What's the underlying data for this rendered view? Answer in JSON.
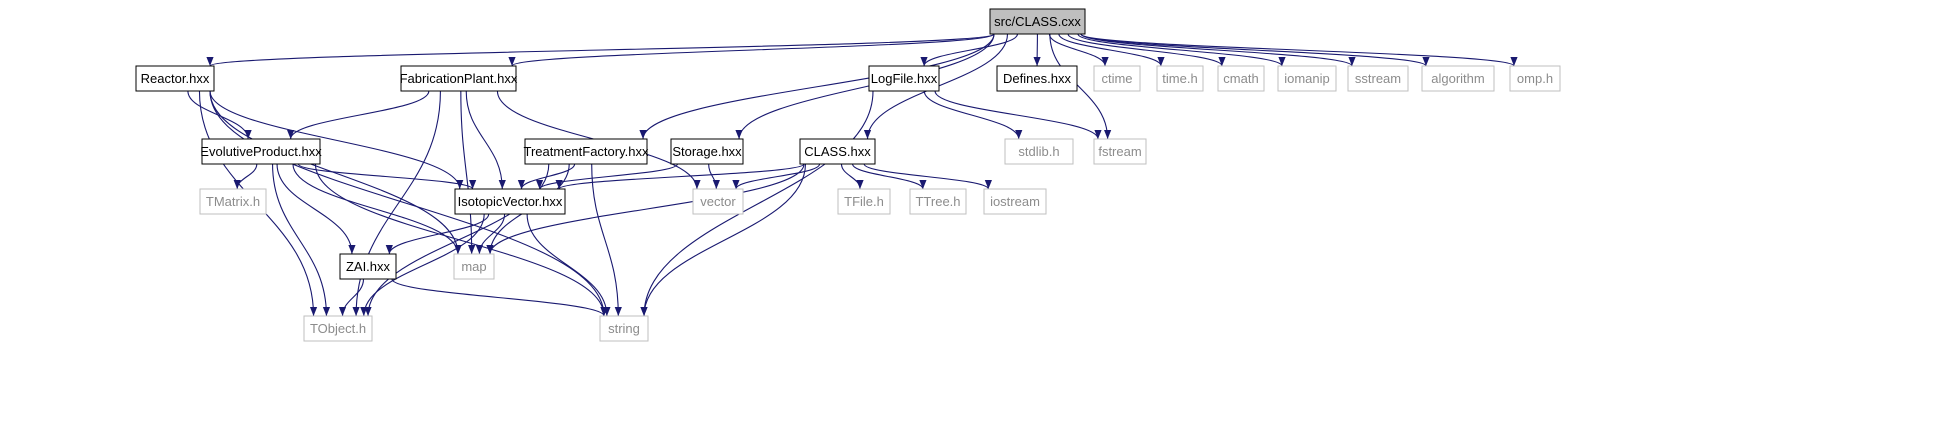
{
  "colors": {
    "edge": "#191970",
    "root_fill": "#bfbfbf",
    "node_border": "#000000",
    "external_border": "#bfbfbf",
    "external_text": "#8c8c8c",
    "text": "#000000"
  },
  "nodes": {
    "root": {
      "label": "src/CLASS.cxx",
      "kind": "root"
    },
    "reactor": {
      "label": "Reactor.hxx",
      "kind": "file"
    },
    "fabrication": {
      "label": "FabricationPlant.hxx",
      "kind": "file"
    },
    "logfile": {
      "label": "LogFile.hxx",
      "kind": "file"
    },
    "defines": {
      "label": "Defines.hxx",
      "kind": "file"
    },
    "ctime": {
      "label": "ctime",
      "kind": "external"
    },
    "timeh": {
      "label": "time.h",
      "kind": "external"
    },
    "cmath": {
      "label": "cmath",
      "kind": "external"
    },
    "iomanip": {
      "label": "iomanip",
      "kind": "external"
    },
    "sstream": {
      "label": "sstream",
      "kind": "external"
    },
    "algorithm": {
      "label": "algorithm",
      "kind": "external"
    },
    "omp": {
      "label": "omp.h",
      "kind": "external"
    },
    "evolutive": {
      "label": "EvolutiveProduct.hxx",
      "kind": "file"
    },
    "treatment": {
      "label": "TreatmentFactory.hxx",
      "kind": "file"
    },
    "storage": {
      "label": "Storage.hxx",
      "kind": "file"
    },
    "class": {
      "label": "CLASS.hxx",
      "kind": "file"
    },
    "stdlib": {
      "label": "stdlib.h",
      "kind": "external"
    },
    "fstream": {
      "label": "fstream",
      "kind": "external"
    },
    "tmatrix": {
      "label": "TMatrix.h",
      "kind": "external"
    },
    "isotopic": {
      "label": "IsotopicVector.hxx",
      "kind": "file"
    },
    "vector": {
      "label": "vector",
      "kind": "external"
    },
    "tfile": {
      "label": "TFile.h",
      "kind": "external"
    },
    "ttree": {
      "label": "TTree.h",
      "kind": "external"
    },
    "iostream": {
      "label": "iostream",
      "kind": "external"
    },
    "zai": {
      "label": "ZAI.hxx",
      "kind": "file"
    },
    "map": {
      "label": "map",
      "kind": "external"
    },
    "tobject": {
      "label": "TObject.h",
      "kind": "external"
    },
    "string": {
      "label": "string",
      "kind": "external"
    }
  },
  "edges": [
    [
      "root",
      "reactor"
    ],
    [
      "root",
      "fabrication"
    ],
    [
      "root",
      "treatment"
    ],
    [
      "root",
      "storage"
    ],
    [
      "root",
      "class"
    ],
    [
      "root",
      "logfile"
    ],
    [
      "root",
      "defines"
    ],
    [
      "root",
      "fstream"
    ],
    [
      "root",
      "ctime"
    ],
    [
      "root",
      "timeh"
    ],
    [
      "root",
      "cmath"
    ],
    [
      "root",
      "iomanip"
    ],
    [
      "root",
      "sstream"
    ],
    [
      "root",
      "algorithm"
    ],
    [
      "root",
      "omp"
    ],
    [
      "reactor",
      "evolutive"
    ],
    [
      "reactor",
      "isotopic"
    ],
    [
      "reactor",
      "map"
    ],
    [
      "reactor",
      "string"
    ],
    [
      "reactor",
      "tobject"
    ],
    [
      "fabrication",
      "evolutive"
    ],
    [
      "fabrication",
      "isotopic"
    ],
    [
      "fabrication",
      "map"
    ],
    [
      "fabrication",
      "tobject"
    ],
    [
      "fabrication",
      "vector"
    ],
    [
      "evolutive",
      "tmatrix"
    ],
    [
      "evolutive",
      "isotopic"
    ],
    [
      "evolutive",
      "map"
    ],
    [
      "evolutive",
      "string"
    ],
    [
      "evolutive",
      "zai"
    ],
    [
      "evolutive",
      "tobject"
    ],
    [
      "treatment",
      "isotopic"
    ],
    [
      "treatment",
      "map"
    ],
    [
      "treatment",
      "string"
    ],
    [
      "treatment",
      "tobject"
    ],
    [
      "storage",
      "isotopic"
    ],
    [
      "storage",
      "vector"
    ],
    [
      "class",
      "isotopic"
    ],
    [
      "class",
      "vector"
    ],
    [
      "class",
      "map"
    ],
    [
      "class",
      "string"
    ],
    [
      "class",
      "tfile"
    ],
    [
      "class",
      "ttree"
    ],
    [
      "class",
      "iostream"
    ],
    [
      "logfile",
      "stdlib"
    ],
    [
      "logfile",
      "fstream"
    ],
    [
      "logfile",
      "string"
    ],
    [
      "isotopic",
      "zai"
    ],
    [
      "isotopic",
      "map"
    ],
    [
      "isotopic",
      "string"
    ],
    [
      "isotopic",
      "tobject"
    ],
    [
      "zai",
      "tobject"
    ],
    [
      "zai",
      "string"
    ]
  ]
}
